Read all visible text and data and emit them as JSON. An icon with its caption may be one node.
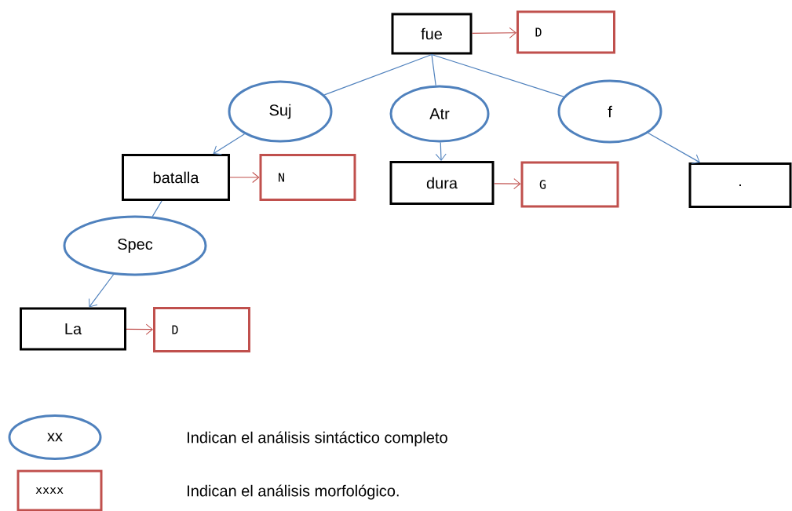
{
  "diagram": {
    "nodes": [
      {
        "text": [
          "fue"
        ]
      },
      {
        "text": [
          "D"
        ]
      },
      {
        "text": [
          "Suj"
        ]
      },
      {
        "text": [
          "Atr"
        ]
      },
      {
        "text": [
          "f"
        ]
      },
      {
        "text": [
          "batalla"
        ]
      },
      {
        "text": [
          "N"
        ]
      },
      {
        "text": [
          "dura"
        ]
      },
      {
        "text": [
          "G"
        ]
      },
      {
        "text": [
          "."
        ]
      },
      {
        "text": [
          "Spec"
        ]
      },
      {
        "text": [
          "La"
        ]
      },
      {
        "text": [
          "D"
        ]
      },
      {
        "text": [
          "xx"
        ]
      },
      {
        "text": [
          "xxxx"
        ]
      }
    ],
    "labels": [
      "Indican el análisis sintáctico completo",
      "Indican el análisis morfológico."
    ],
    "edges": [
      {
        "from": 0,
        "to": 1,
        "arrow": "to",
        "color": "#c0504d"
      },
      {
        "from": 0,
        "to": 2,
        "arrow": "none"
      },
      {
        "from": 0,
        "to": 3,
        "arrow": "none"
      },
      {
        "from": 0,
        "to": 4,
        "arrow": "none"
      },
      {
        "from": 2,
        "to": 5,
        "arrow": "to"
      },
      {
        "from": 3,
        "to": 7,
        "arrow": "to"
      },
      {
        "from": 4,
        "to": 9,
        "arrow": "to"
      },
      {
        "from": 5,
        "to": 6,
        "arrow": "to",
        "color": "#c0504d"
      },
      {
        "from": 7,
        "to": 8,
        "arrow": "to",
        "color": "#c0504d"
      },
      {
        "from": 5,
        "to": 10,
        "arrow": "none"
      },
      {
        "from": 10,
        "to": 11,
        "arrow": "to"
      },
      {
        "from": 11,
        "to": 12,
        "arrow": "to",
        "color": "#c0504d"
      }
    ]
  }
}
